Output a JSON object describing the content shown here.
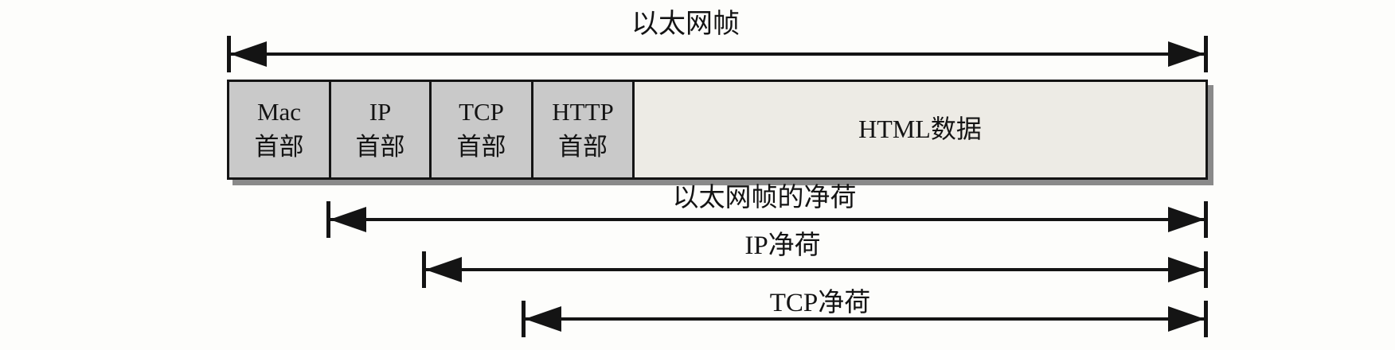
{
  "diagram": {
    "frame_arrow": {
      "label": "以太网帧"
    },
    "boxes": {
      "mac": {
        "line1": "Mac",
        "line2": "首部"
      },
      "ip": {
        "line1": "IP",
        "line2": "首部"
      },
      "tcp": {
        "line1": "TCP",
        "line2": "首部"
      },
      "http": {
        "line1": "HTTP",
        "line2": "首部"
      },
      "html": {
        "label": "HTML数据"
      }
    },
    "payload_arrows": {
      "ethernet": {
        "label": "以太网帧的净荷"
      },
      "ip": {
        "label": "IP净荷"
      },
      "tcp": {
        "label": "TCP净荷"
      }
    },
    "colors": {
      "line": "#141414",
      "header_fill": "#c9c9c9",
      "data_fill": "#edebe5",
      "shadow": "#8a8a8a",
      "background": "#fdfdfb"
    }
  }
}
